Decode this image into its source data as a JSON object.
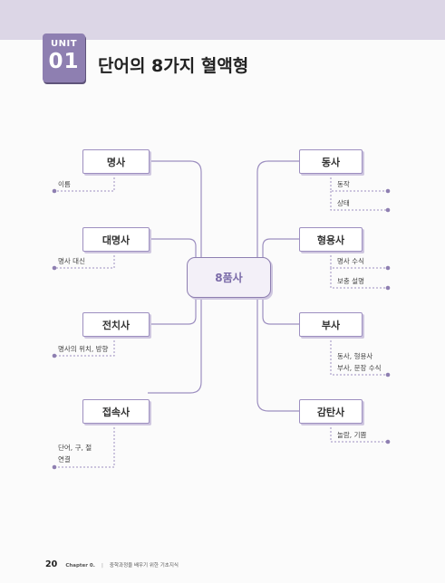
{
  "header": {
    "unit_word": "UNIT",
    "unit_number": "01",
    "title": "단어의 8가지 혈액형"
  },
  "mindmap": {
    "center": "8품사",
    "left": [
      {
        "label": "명사",
        "items": [
          "이름"
        ]
      },
      {
        "label": "대명사",
        "items": [
          "명사 대신"
        ]
      },
      {
        "label": "전치사",
        "items": [
          "명사의 위치, 방향"
        ]
      },
      {
        "label": "접속사",
        "items": [
          "단어, 구, 절",
          "연결"
        ]
      }
    ],
    "right": [
      {
        "label": "동사",
        "items": [
          "동작",
          "상태"
        ]
      },
      {
        "label": "형용사",
        "items": [
          "명사 수식",
          "보충 설명"
        ]
      },
      {
        "label": "부사",
        "items": [
          "동사, 형용사",
          "부사, 문장 수식"
        ]
      },
      {
        "label": "감탄사",
        "items": [
          "놀람, 기쁨"
        ]
      }
    ]
  },
  "footer": {
    "page_number": "20",
    "chapter": "Chapter 0.",
    "separator": "|",
    "description": "중학과정을 배우기 위한 기초지식"
  },
  "colors": {
    "accent": "#8e7fb1",
    "band": "#dcd6e6",
    "line": "#9d8fc0",
    "center_text": "#7a6aa8"
  }
}
